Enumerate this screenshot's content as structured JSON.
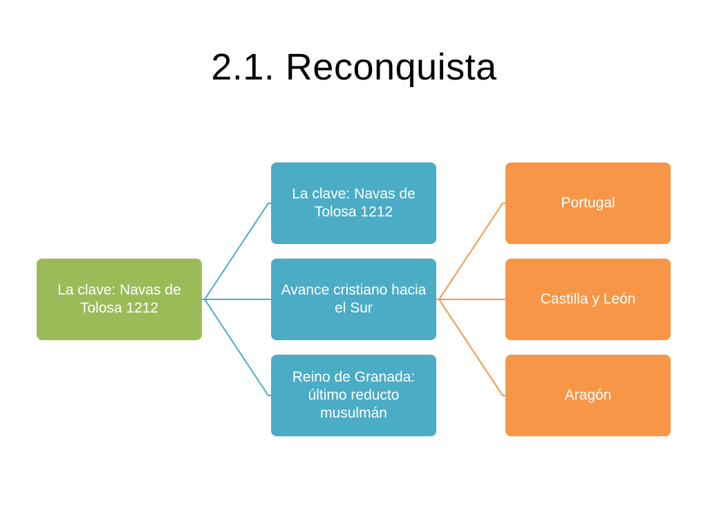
{
  "slide": {
    "title": "2.1. Reconquista"
  },
  "diagram": {
    "root": "La clave: Navas de Tolosa 1212",
    "branches": [
      "La clave: Navas de Tolosa 1212",
      "Avance  cristiano hacia el Sur",
      "Reino de Granada: último reducto musulmán"
    ],
    "sub_branches": [
      "Portugal",
      "Castilla y León",
      "Aragón"
    ]
  },
  "colors": {
    "root": "#9bbb59",
    "branch": "#4bacc6",
    "sub_branch": "#f79646"
  }
}
